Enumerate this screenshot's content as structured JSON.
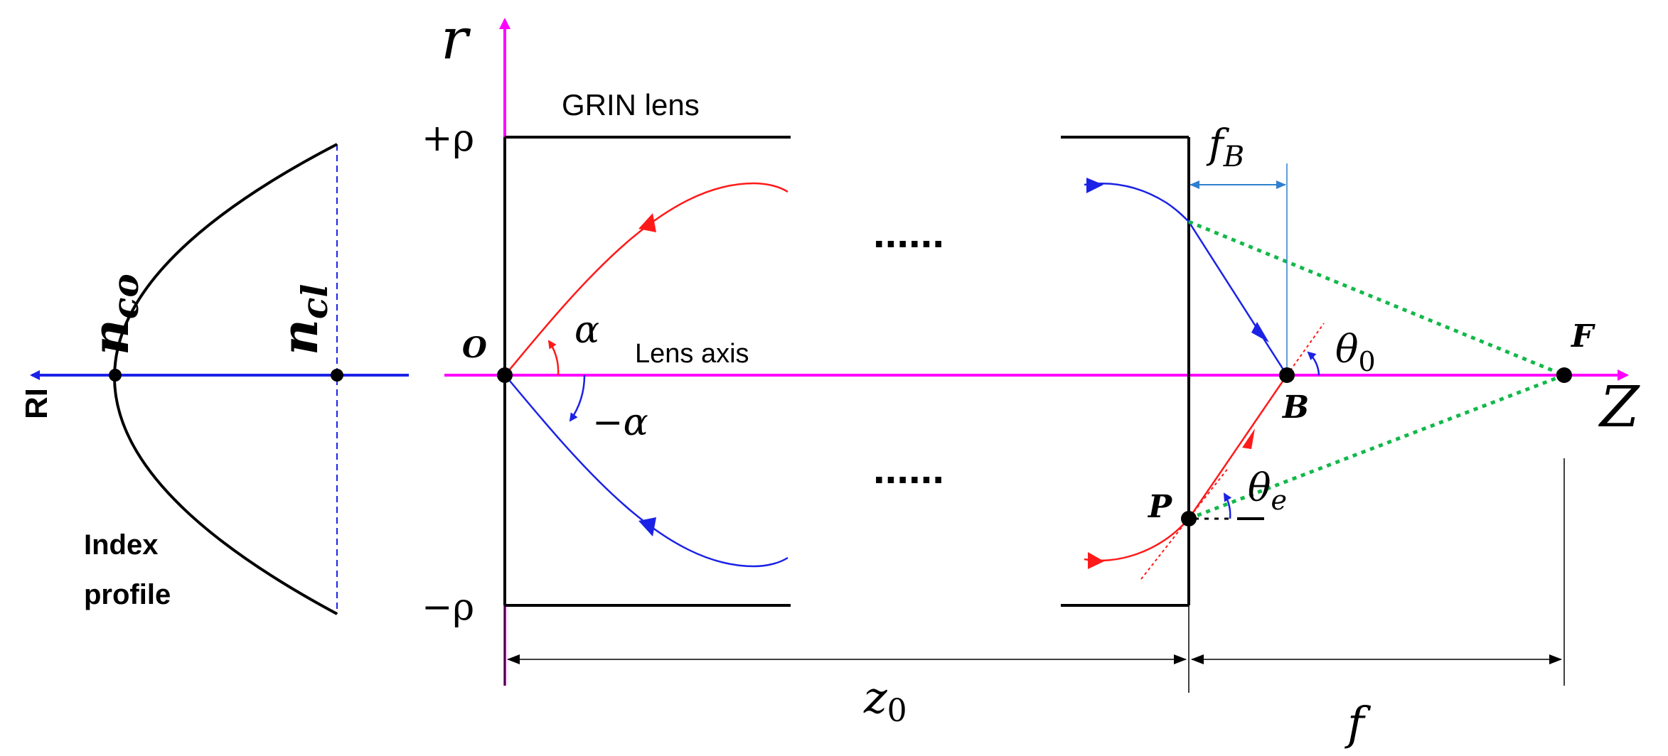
{
  "colors": {
    "magenta": "#ff00ff",
    "blue": "#1b22e6",
    "red": "#ff1a1a",
    "green": "#12b84a",
    "black": "#000000",
    "grey": "#444444",
    "steelblue": "#2f7fd0"
  },
  "profile": {
    "axis_label": "RI",
    "n_core_label": "n",
    "n_core_sub": "co",
    "n_clad_label": "n",
    "n_clad_sub": "cl",
    "caption_line1": "Index",
    "caption_line2": "profile"
  },
  "lens": {
    "r_axis_label": "r",
    "z_axis_label": "Z",
    "lens_label": "GRIN lens",
    "plus_rho": "+ρ",
    "minus_rho": "−ρ",
    "origin_label": "O",
    "axis_caption": "Lens axis",
    "alpha_label": "α",
    "minus_alpha_label": "−α",
    "ellipsis_top": "......",
    "ellipsis_bottom": "......",
    "point_B": "B",
    "point_F": "F",
    "point_P": "P",
    "theta0_label": "θ",
    "theta0_sub": "0",
    "thetae_label": "θ",
    "thetae_sub": "e",
    "fB_label": "f",
    "fB_sub": "B",
    "z0_label": "z",
    "z0_sub": "0",
    "f_label": "f"
  }
}
